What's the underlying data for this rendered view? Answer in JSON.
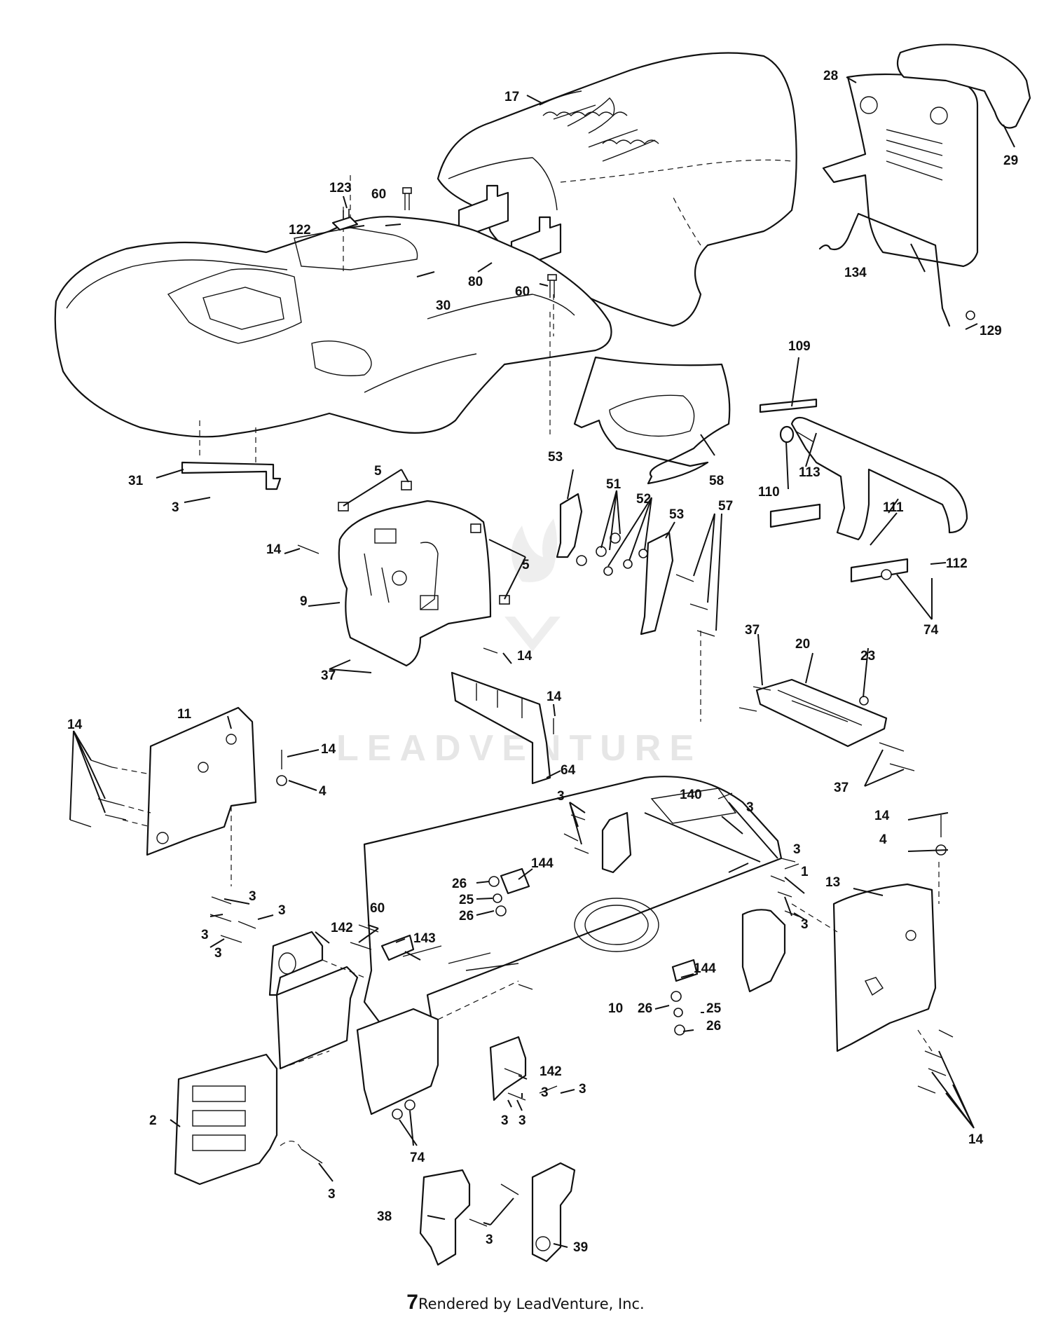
{
  "diagram": {
    "watermark": "LEADVENTURE",
    "callouts": {
      "c17": "17",
      "c28": "28",
      "c29": "29",
      "c123": "123",
      "c60a": "60",
      "c122": "122",
      "c30": "30",
      "c80": "80",
      "c60b": "60",
      "c134": "134",
      "c129": "129",
      "c109": "109",
      "c31": "31",
      "c3a": "3",
      "c5a": "5",
      "c58": "58",
      "c53a": "53",
      "c110": "110",
      "c113": "113",
      "c51": "51",
      "c52": "52",
      "c53b": "53",
      "c57": "57",
      "c14a": "14",
      "c5b": "5",
      "c111": "111",
      "c112": "112",
      "c9": "9",
      "c74a": "74",
      "c37a": "37",
      "c14b": "14",
      "c20": "20",
      "c23": "23",
      "c37b": "37",
      "c14c": "14",
      "c11": "11",
      "c14d": "14",
      "c14e": "14",
      "c4a": "4",
      "c64": "64",
      "c37c": "37",
      "c3b": "3",
      "c140": "140",
      "c3c": "3",
      "c14f": "14",
      "c4b": "4",
      "c3d": "3",
      "c144a": "144",
      "c1": "1",
      "c26a": "26",
      "c13": "13",
      "c25a": "25",
      "c26b": "26",
      "c3e": "3",
      "c60c": "60",
      "c3f": "3",
      "c142a": "142",
      "c143": "143",
      "c3g": "3",
      "c3h": "3",
      "c3i": "3",
      "c144b": "144",
      "c10": "10",
      "c26c": "26",
      "c25b": "25",
      "c26d": "26",
      "c142b": "142",
      "c3j": "3",
      "c2": "2",
      "c3k": "3",
      "c3l": "3",
      "c3m": "3",
      "c74b": "74",
      "c14g": "14",
      "c3n": "3",
      "c38": "38",
      "c3o": "3",
      "c39": "39"
    }
  },
  "footer": {
    "page_number": "7",
    "rendered_by": "Rendered by LeadVenture, Inc."
  }
}
